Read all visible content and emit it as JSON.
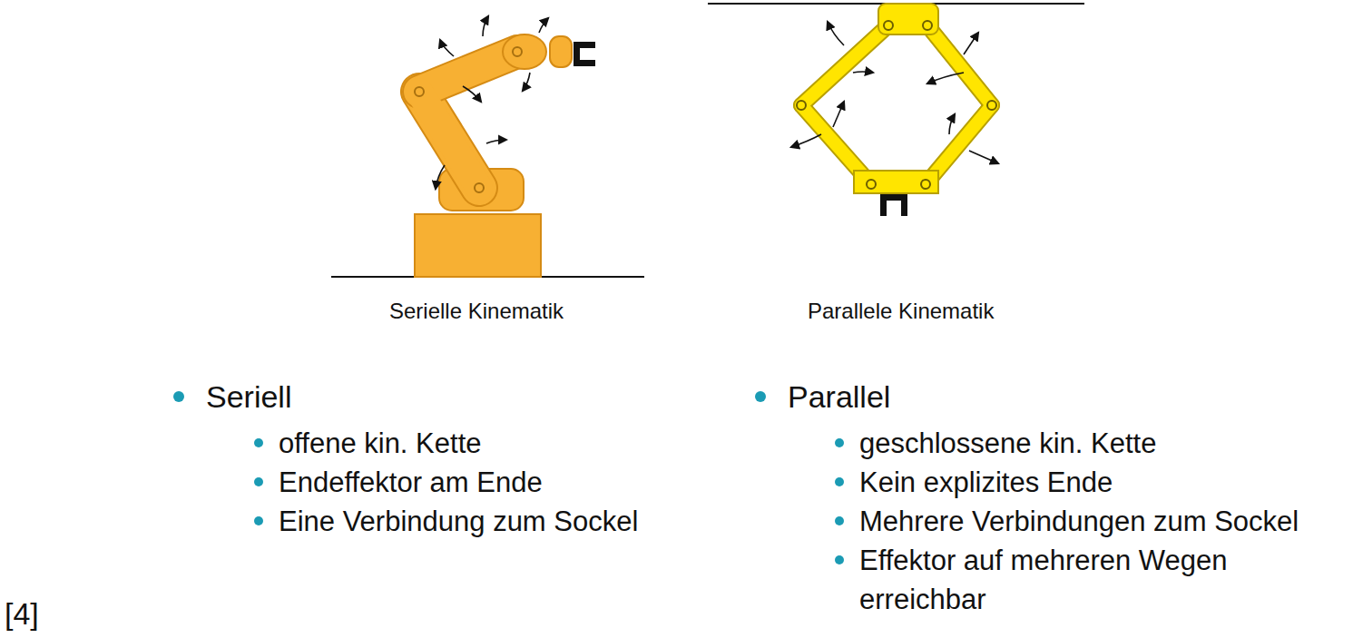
{
  "diagram": {
    "labels": [
      "Serielle Kinematik",
      "Parallele Kinematik",
      "Seriell",
      "offene kin. Kette",
      "Endeffektor am Ende",
      "Eine Verbindung zum Sockel",
      "Parallel",
      "geschlossene kin. Kette",
      "Kein explizites Ende",
      "Mehrere Verbindungen zum Sockel",
      "Effektor auf mehreren Wegen erreichbar",
      "[4]"
    ]
  }
}
